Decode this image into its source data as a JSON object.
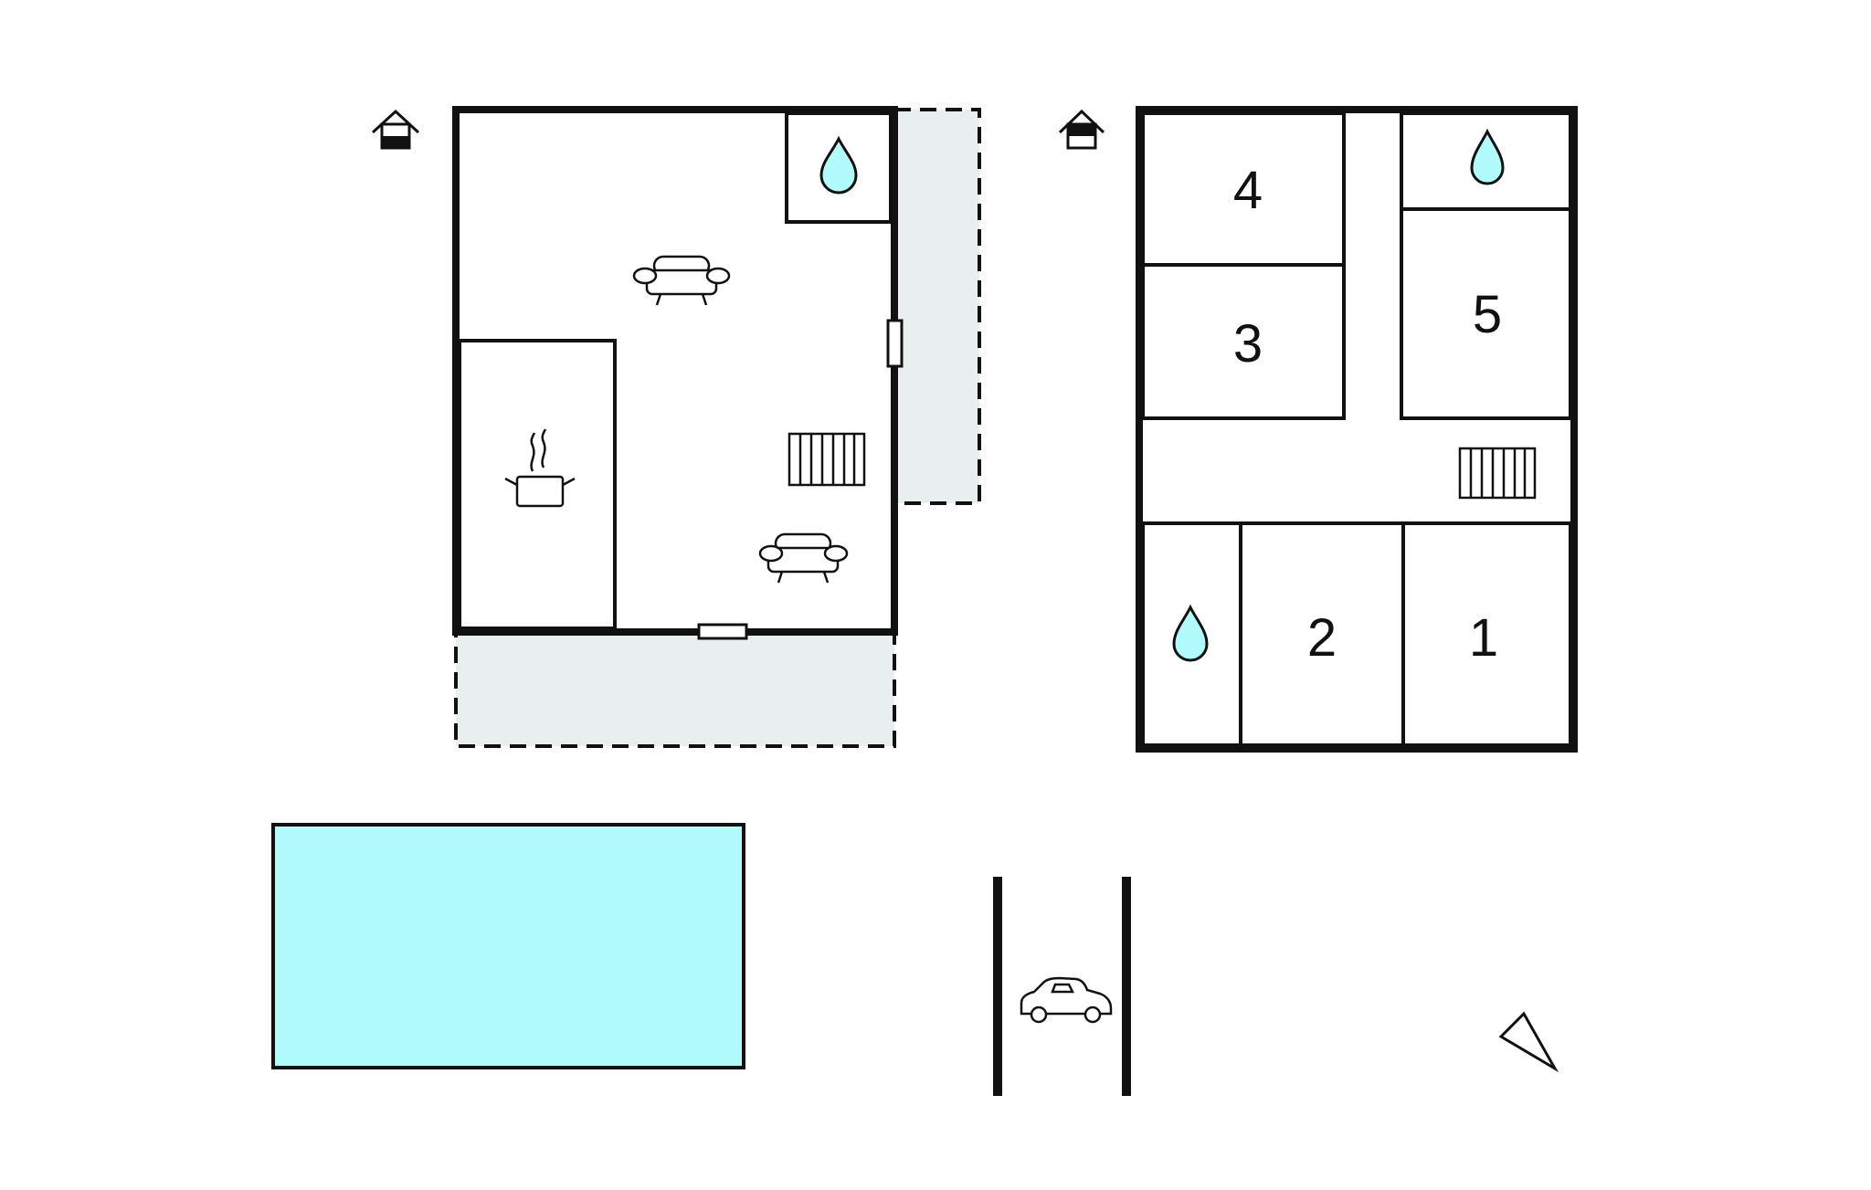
{
  "colors": {
    "wall": "#111111",
    "terrace_fill": "#e8efee",
    "water": "#b2fbfd",
    "pool": "#b2fbfd",
    "background": "#ffffff"
  },
  "ground_floor": {
    "floor_icon": "house-ground-floor-icon",
    "rooms": [
      {
        "type": "bathroom",
        "icon": "water-drop-icon"
      },
      {
        "type": "living-room",
        "icons": [
          "sofa-icon",
          "radiator-icon",
          "sofa-icon"
        ]
      },
      {
        "type": "kitchen",
        "icon": "cooking-pot-icon"
      }
    ],
    "terraces": [
      "terrace-right",
      "terrace-bottom"
    ]
  },
  "first_floor": {
    "floor_icon": "house-first-floor-icon",
    "rooms": [
      {
        "number": "4"
      },
      {
        "number": "3"
      },
      {
        "number": "5"
      },
      {
        "number": "2"
      },
      {
        "number": "1"
      },
      {
        "type": "bathroom",
        "icon": "water-drop-icon"
      },
      {
        "type": "bathroom",
        "icon": "water-drop-icon"
      },
      {
        "type": "hallway",
        "icon": "radiator-icon"
      }
    ]
  },
  "outdoor": {
    "pool": "swimming-pool",
    "parking_icon": "car-icon",
    "compass_icon": "north-arrow-icon"
  }
}
